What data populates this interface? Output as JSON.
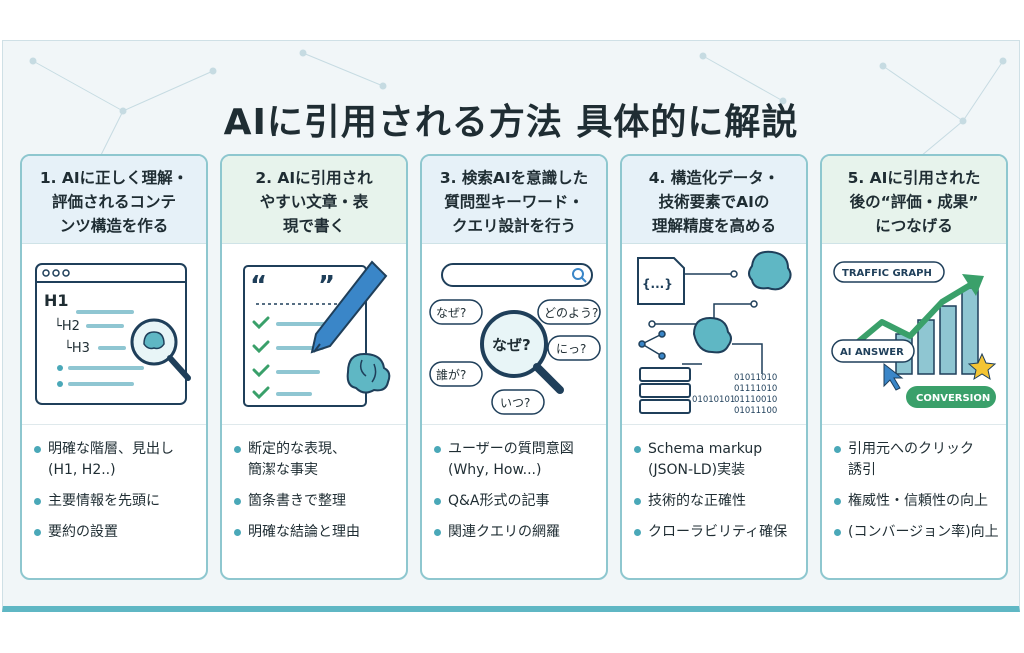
{
  "title": "AIに引用される方法 具体的に解説",
  "cards": [
    {
      "heading": "1. AIに正しく理解・\n評価されるコンテ\nンツ構造を作る",
      "art": {
        "h1": "H1",
        "h2": "└H2",
        "h3": "└H3"
      },
      "bullets": [
        "明確な階層、見出し\n(H1, H2..)",
        "主要情報を先頭に",
        "要約の設置"
      ]
    },
    {
      "heading": "2. AIに引用され\nやすい文章・表\n現で書く",
      "art": {
        "quote_open": "“",
        "quote_close": "”"
      },
      "bullets": [
        "断定的な表現、\n簡潔な事実",
        "箇条書きで整理",
        "明確な結論と理由"
      ]
    },
    {
      "heading": "3. 検索AIを意識した\n質問型キーワード・\nクエリ設計を行う",
      "art": {
        "q1": "なぜ?",
        "q2": "どのよう?",
        "q3": "なぜ?",
        "q4": "にっ?",
        "q5": "誰が?",
        "q6": "いつ?"
      },
      "bullets": [
        "ユーザーの質問意図\n(Why, How...)",
        "Q&A形式の記事",
        "関連クエリの網羅"
      ]
    },
    {
      "heading": "4. 構造化データ・\n技術要素でAIの\n理解精度を高める",
      "art": {
        "code": "{...}",
        "bin1": "01011010",
        "bin2": "01111010",
        "bin3": "01110010",
        "bin4": "01011100",
        "bin5": "01010101"
      },
      "bullets": [
        "Schema markup\n(JSON-LD)実装",
        "技術的な正確性",
        "クローラビリティ確保"
      ]
    },
    {
      "heading": "5. AIに引用された\n後の“評価・成果”\nにつなげる",
      "art": {
        "traffic": "TRAFFIC GRAPH",
        "answer": "AI ANSWER",
        "conversion": "CONVERSION"
      },
      "bullets": [
        "引用元へのクリック\n誘引",
        "権威性・信頼性の向上",
        "(コンバージョン率)向上"
      ]
    }
  ],
  "colors": {
    "accent": "#4aa8b8",
    "border": "#8ec7cf",
    "navy": "#1f3f5a",
    "brand_blue": "#3a86c8"
  }
}
